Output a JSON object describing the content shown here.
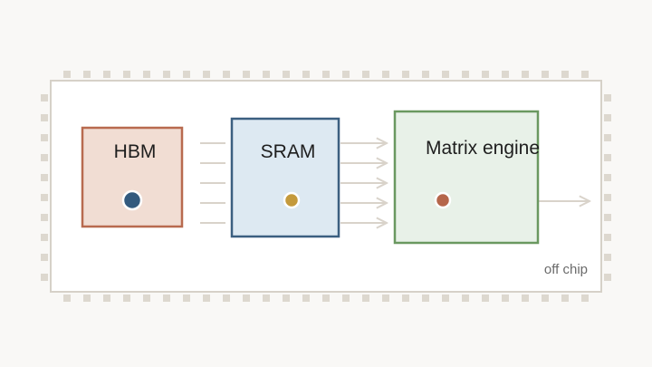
{
  "blocks": {
    "hbm": {
      "label": "HBM",
      "fill": "#f1ddd3",
      "stroke": "#b86a4f",
      "dot": "#335a7e"
    },
    "sram": {
      "label": "SRAM",
      "fill": "#dde9f2",
      "stroke": "#3b5f80",
      "dot": "#c49a3c"
    },
    "matrix": {
      "label": "Matrix engine",
      "fill": "#e8f1e8",
      "stroke": "#6a9860",
      "dot": "#b5664a"
    }
  },
  "chip": {
    "caption": "off chip",
    "border": "#d6d1c8",
    "pin": "#ddd8cf"
  },
  "arrows": {
    "color": "#d9d3ca"
  }
}
